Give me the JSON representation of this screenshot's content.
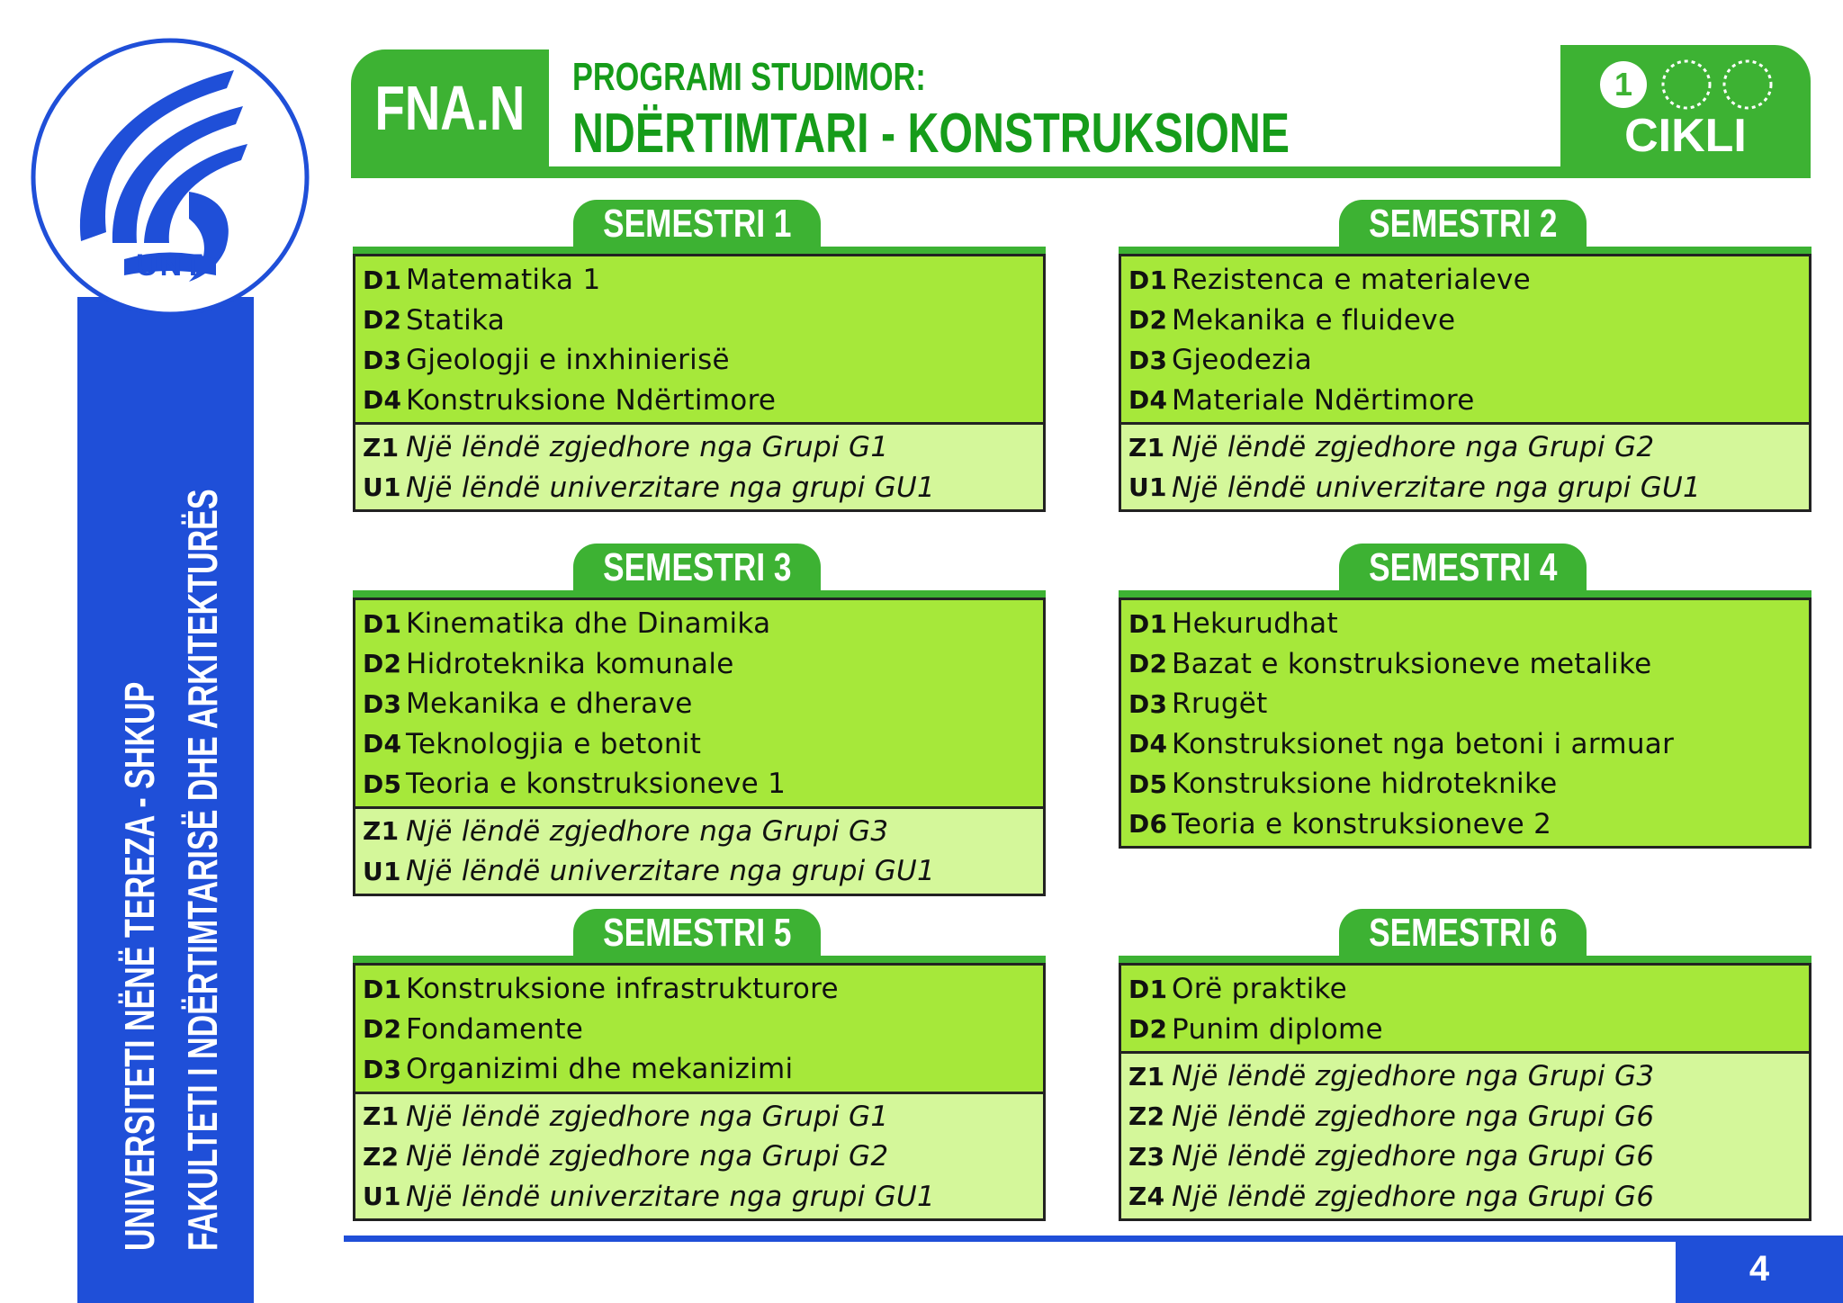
{
  "sidebar": {
    "logo_text": "UNT",
    "line1": "UNIVERSITETI NËNË TEREZA - SHKUP",
    "line2": "FAKULTETI I NDËRTIMTARISË DHE ARKITEKTURËS"
  },
  "header": {
    "code": "FNA.N",
    "program_label": "PROGRAMI STUDIMOR:",
    "program_name": "NDËRTIMTARI - KONSTRUKSIONE",
    "cycle_number": "1",
    "cycle_label": "CIKLI"
  },
  "colors": {
    "green": "#3db233",
    "dark_green": "#169c1a",
    "box_green": "#a6e83a",
    "light_green": "#d4f79a",
    "blue": "#1f4fd8"
  },
  "semesters": [
    {
      "title": "SEMESTRI 1",
      "required": [
        {
          "code": "D1",
          "name": "Matematika 1"
        },
        {
          "code": "D2",
          "name": "Statika"
        },
        {
          "code": "D3",
          "name": "Gjeologji e inxhinierisë"
        },
        {
          "code": "D4",
          "name": "Konstruksione Ndërtimore"
        }
      ],
      "elective": [
        {
          "code": "Z1",
          "name": "Një lëndë zgjedhore nga Grupi G1"
        },
        {
          "code": "U1",
          "name": "Një lëndë univerzitare nga grupi GU1"
        }
      ]
    },
    {
      "title": "SEMESTRI 2",
      "required": [
        {
          "code": "D1",
          "name": "Rezistenca e materialeve"
        },
        {
          "code": "D2",
          "name": "Mekanika e fluideve"
        },
        {
          "code": "D3",
          "name": "Gjeodezia"
        },
        {
          "code": "D4",
          "name": "Materiale Ndërtimore"
        }
      ],
      "elective": [
        {
          "code": "Z1",
          "name": "Një lëndë zgjedhore nga Grupi G2"
        },
        {
          "code": "U1",
          "name": "Një lëndë univerzitare nga grupi GU1"
        }
      ]
    },
    {
      "title": "SEMESTRI 3",
      "required": [
        {
          "code": "D1",
          "name": "Kinematika dhe Dinamika"
        },
        {
          "code": "D2",
          "name": "Hidroteknika komunale"
        },
        {
          "code": "D3",
          "name": "Mekanika e dherave"
        },
        {
          "code": "D4",
          "name": "Teknologjia e betonit"
        },
        {
          "code": "D5",
          "name": "Teoria e konstruksioneve 1"
        }
      ],
      "elective": [
        {
          "code": "Z1",
          "name": "Një lëndë zgjedhore nga Grupi G3"
        },
        {
          "code": "U1",
          "name": "Një lëndë univerzitare nga grupi GU1"
        }
      ]
    },
    {
      "title": "SEMESTRI 4",
      "required": [
        {
          "code": "D1",
          "name": "Hekurudhat"
        },
        {
          "code": "D2",
          "name": "Bazat e konstruksioneve metalike"
        },
        {
          "code": "D3",
          "name": "Rrugët"
        },
        {
          "code": "D4",
          "name": "Konstruksionet nga betoni i armuar"
        },
        {
          "code": "D5",
          "name": "Konstruksione hidroteknike"
        },
        {
          "code": "D6",
          "name": "Teoria e konstruksioneve 2"
        }
      ],
      "elective": []
    },
    {
      "title": "SEMESTRI 5",
      "required": [
        {
          "code": "D1",
          "name": "Konstruksione infrastrukturore"
        },
        {
          "code": "D2",
          "name": "Fondamente"
        },
        {
          "code": "D3",
          "name": "Organizimi dhe mekanizimi"
        }
      ],
      "elective": [
        {
          "code": "Z1",
          "name": "Një lëndë zgjedhore nga Grupi G1"
        },
        {
          "code": "Z2",
          "name": "Një lëndë zgjedhore nga Grupi G2"
        },
        {
          "code": "U1",
          "name": "Një lëndë univerzitare nga grupi GU1"
        }
      ]
    },
    {
      "title": "SEMESTRI 6",
      "required": [
        {
          "code": "D1",
          "name": "Orë praktike"
        },
        {
          "code": "D2",
          "name": "Punim diplome"
        }
      ],
      "elective": [
        {
          "code": "Z1",
          "name": "Një lëndë zgjedhore nga Grupi G3"
        },
        {
          "code": "Z2",
          "name": "Një lëndë zgjedhore nga Grupi G6"
        },
        {
          "code": "Z3",
          "name": "Një lëndë zgjedhore nga Grupi G6"
        },
        {
          "code": "Z4",
          "name": "Një lëndë zgjedhore nga Grupi G6"
        }
      ]
    }
  ],
  "footer": {
    "page_number": "4"
  }
}
